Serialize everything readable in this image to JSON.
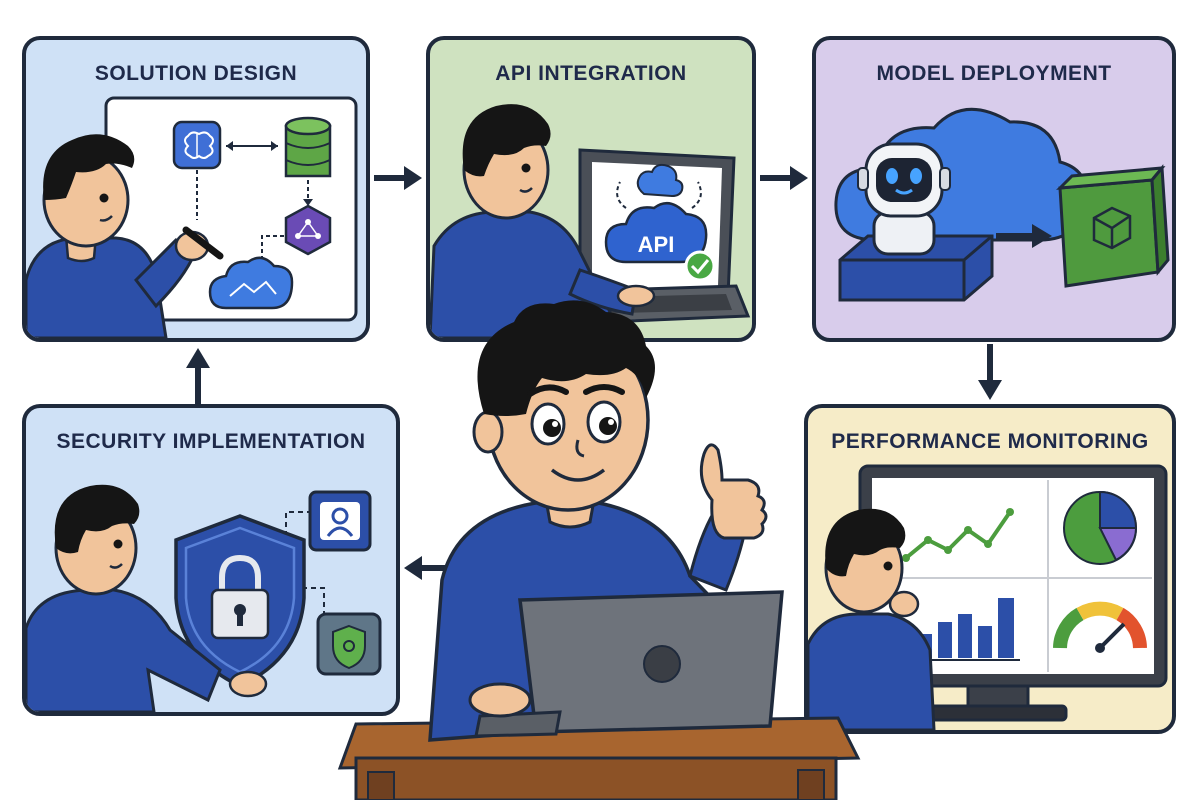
{
  "panels": {
    "solution_design": {
      "title": "SOLUTION DESIGN"
    },
    "api_integration": {
      "title": "API INTEGRATION",
      "badge": "API"
    },
    "model_deployment": {
      "title": "MODEL DEPLOYMENT"
    },
    "performance_monitoring": {
      "title": "PERFORMANCE MONITORING"
    },
    "security_implementation": {
      "title": "SECURITY IMPLEMENTATION"
    }
  },
  "colors": {
    "solution_design_bg": "#cfe1f6",
    "api_integration_bg": "#cfe2c0",
    "model_deployment_bg": "#d8cceb",
    "performance_monitoring_bg": "#f6ecc8",
    "security_implementation_bg": "#cfe1f6",
    "outline": "#1f2a3c",
    "shirt": "#2c4fa8",
    "skin": "#f1c49b",
    "hair": "#151515"
  }
}
